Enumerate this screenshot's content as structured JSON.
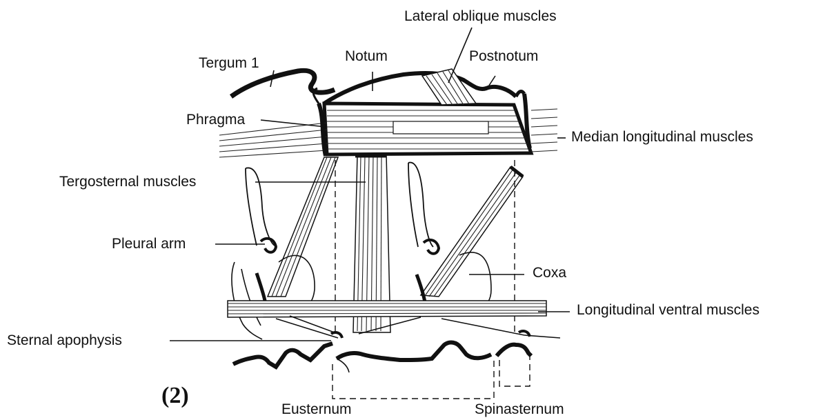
{
  "labels": {
    "lateral_oblique": "Lateral oblique muscles",
    "notum": "Notum",
    "postnotum": "Postnotum",
    "tergum": "Tergum 1",
    "phragma": "Phragma",
    "median_longitudinal": "Median longitudinal muscles",
    "tergosternal": "Tergosternal muscles",
    "pleural_arm": "Pleural arm",
    "coxa": "Coxa",
    "longitudinal_ventral": "Longitudinal ventral muscles",
    "sternal_apophysis": "Sternal apophysis",
    "eusternum": "Eusternum",
    "spinasternum": "Spinasternum",
    "panel_id": "(2)"
  }
}
